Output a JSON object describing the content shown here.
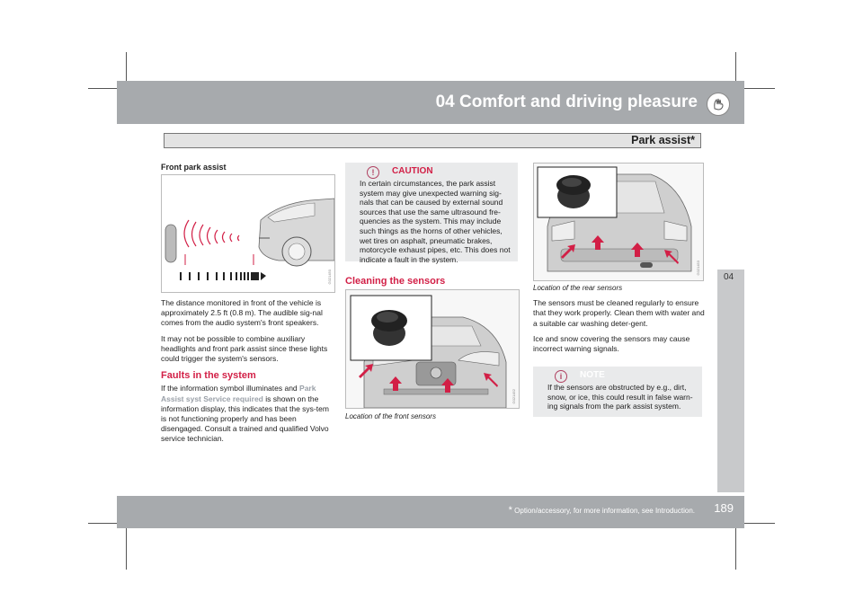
{
  "header": {
    "chapter_title": "04 Comfort and driving pleasure",
    "section_title": "Park assist*",
    "chapter_tab": "04"
  },
  "footer": {
    "footnote_star": "*",
    "footnote": "Option/accessory, for more information, see Introduction.",
    "page_number": "189"
  },
  "left": {
    "heading": "Front park assist",
    "para1": "The distance monitored in front of the vehicle is approximately 2.5 ft (0.8 m). The audible sig-nal comes from the audio system's front speakers.",
    "para2": "It may not be possible to combine auxiliary headlights and front park assist since these lights could trigger the system's sensors.",
    "faults_heading": "Faults in the system",
    "faults_pre": "If the information symbol illuminates and ",
    "faults_highlight": "Park Assist syst Service required",
    "faults_post": " is shown on the information display, this indicates that the sys-tem is not functioning properly and has been disengaged. Consult a trained and qualified Volvo service technician."
  },
  "middle": {
    "caution_label": "CAUTION",
    "caution_text": "In certain circumstances, the park assist system may give unexpected warning sig-nals that can be caused by external sound sources that use the same ultrasound fre-quencies as the system. This may include such things as the horns of other vehicles, wet tires on asphalt, pneumatic brakes, motorcycle exhaust pipes, etc. This does not indicate a fault in the system.",
    "cleaning_heading": "Cleaning the sensors",
    "front_caption": "Location of the front sensors"
  },
  "right": {
    "rear_caption": "Location of the rear sensors",
    "para1": "The sensors must be cleaned regularly to ensure that they work properly. Clean them with water and a suitable car washing deter-gent.",
    "para2": "Ice and snow covering the sensors may cause incorrect warning signals.",
    "note_label": "NOTE",
    "note_text": "If the sensors are obstructed by e.g., dirt, snow, or ice, this could result in false warn-ing signals from the park assist system."
  },
  "figure_codes": [
    "G021450",
    "G021452",
    "G021453"
  ],
  "colors": {
    "band": "#a7aaad",
    "accent_red": "#d21f46",
    "highlight_gray": "#9aa0a8",
    "box_bg": "#e9eaeb"
  },
  "icons": [
    "driver-info-icon",
    "caution-icon",
    "note-icon"
  ]
}
